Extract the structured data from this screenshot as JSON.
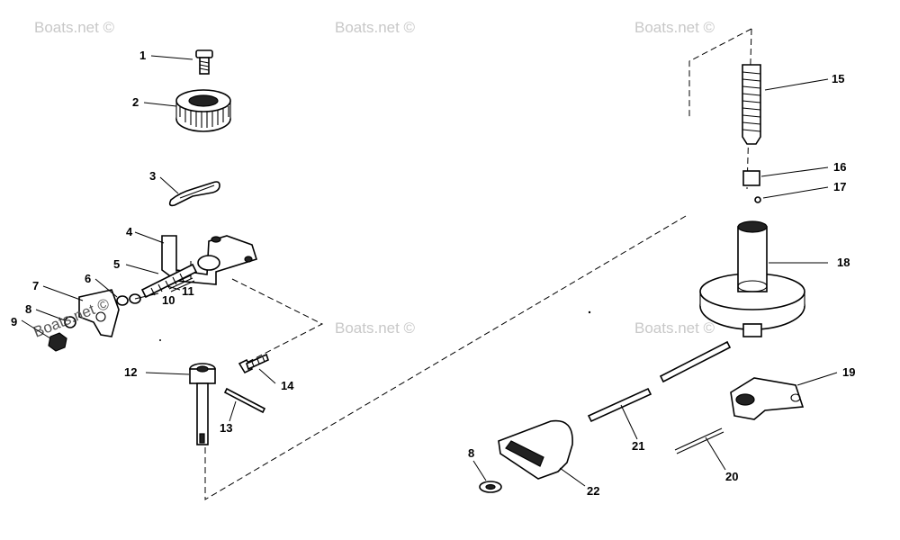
{
  "watermark": {
    "text": "Boats.net ©",
    "overlay_text": "Boats.net ©"
  },
  "callouts": [
    "1",
    "2",
    "3",
    "4",
    "5",
    "6",
    "7",
    "8",
    "9",
    "10",
    "11",
    "12",
    "13",
    "14",
    "15",
    "16",
    "17",
    "18",
    "19",
    "20",
    "21",
    "22",
    "8"
  ]
}
